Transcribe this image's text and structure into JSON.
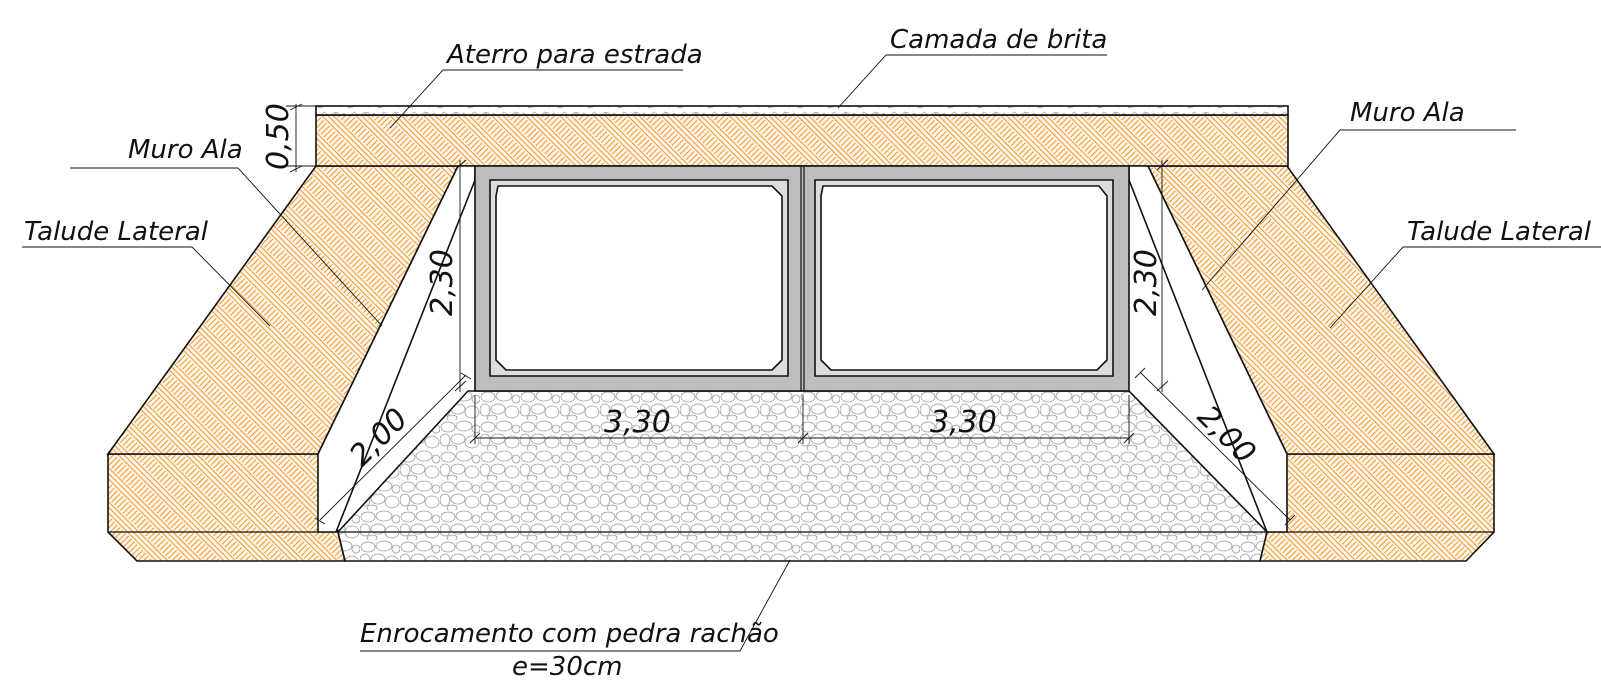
{
  "labels": {
    "aterro": "Aterro para estrada",
    "camada": "Camada de brita",
    "muro_ala_left": "Muro Ala",
    "muro_ala_right": "Muro Ala",
    "talude_left": "Talude Lateral",
    "talude_right": "Talude Lateral",
    "enrocamento": "Enrocamento com pedra rachão",
    "espessura": "e=30cm"
  },
  "dimensions": {
    "brita_thickness": "0,50",
    "height_left": "2,30",
    "height_right": "2,30",
    "cell_left_width": "3,30",
    "cell_right_width": "3,30",
    "wing_left": "2,00",
    "wing_right": "2,00"
  },
  "colors": {
    "fill_hatch": "#f39a2c",
    "concrete": "#bdbdbd",
    "stone": "#9a9a9a",
    "line": "#111111"
  }
}
